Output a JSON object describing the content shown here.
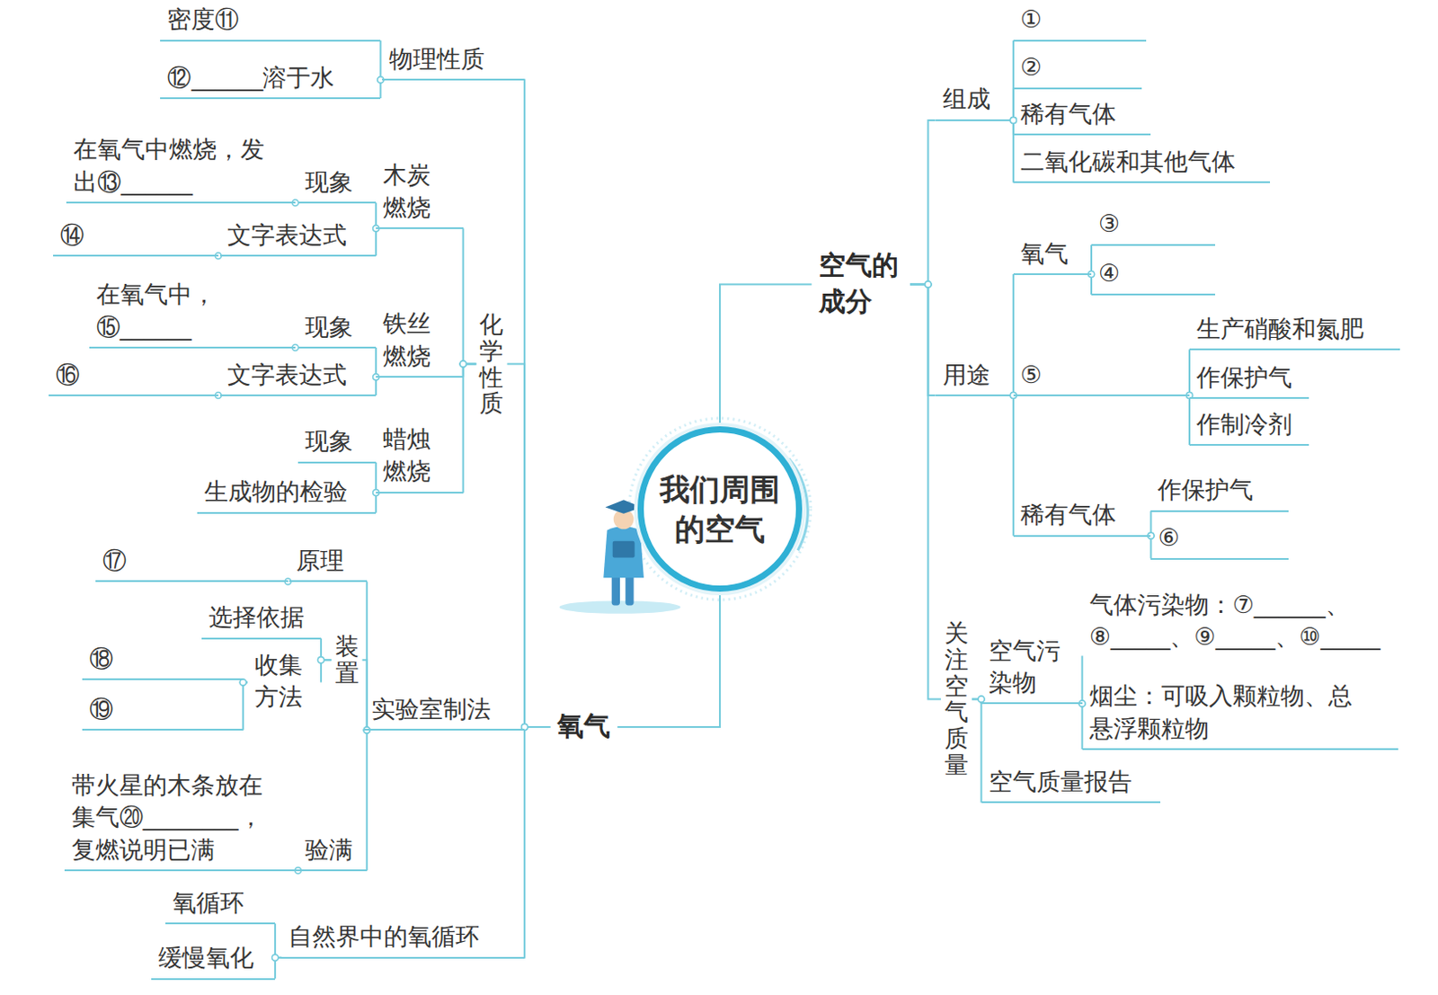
{
  "diagram": {
    "nodes": [
      {
        "text": [
          "我们周围的空气"
        ]
      },
      {
        "text": [
          "空气的成分"
        ]
      },
      {
        "text": [
          "组成"
        ]
      },
      {
        "text": [
          "①"
        ]
      },
      {
        "text": [
          "②"
        ]
      },
      {
        "text": [
          "稀有气体"
        ]
      },
      {
        "text": [
          "二氧化碳和其他气体"
        ]
      },
      {
        "text": [
          "用途"
        ]
      },
      {
        "text": [
          "氧气"
        ]
      },
      {
        "text": [
          "③"
        ]
      },
      {
        "text": [
          "④"
        ]
      },
      {
        "text": [
          "⑤"
        ]
      },
      {
        "text": [
          "生产硝酸和氮肥"
        ]
      },
      {
        "text": [
          "作保护气"
        ]
      },
      {
        "text": [
          "作制冷剂"
        ]
      },
      {
        "text": [
          "稀有气体"
        ]
      },
      {
        "text": [
          "作保护气"
        ]
      },
      {
        "text": [
          "⑥"
        ]
      },
      {
        "text": [
          "关注空气质量"
        ]
      },
      {
        "text": [
          "空气污染物"
        ]
      },
      {
        "text": [
          "气体污染物：⑦______、⑧_____、⑨_____、⑩_____"
        ]
      },
      {
        "text": [
          "烟尘：可吸入颗粒物、总悬浮颗粒物"
        ]
      },
      {
        "text": [
          "空气质量报告"
        ]
      },
      {
        "text": [
          "氧气"
        ]
      },
      {
        "text": [
          "物理性质"
        ]
      },
      {
        "text": [
          "密度⑪"
        ]
      },
      {
        "text": [
          "⑫______溶于水"
        ]
      },
      {
        "text": [
          "化学性质"
        ]
      },
      {
        "text": [
          "木炭燃烧"
        ]
      },
      {
        "text": [
          "现象"
        ]
      },
      {
        "text": [
          "在氧气中燃烧，发出⑬______"
        ]
      },
      {
        "text": [
          "文字表达式"
        ]
      },
      {
        "text": [
          "⑭"
        ]
      },
      {
        "text": [
          "铁丝燃烧"
        ]
      },
      {
        "text": [
          "现象"
        ]
      },
      {
        "text": [
          "在氧气中，⑮______"
        ]
      },
      {
        "text": [
          "文字表达式"
        ]
      },
      {
        "text": [
          "⑯"
        ]
      },
      {
        "text": [
          "蜡烛燃烧"
        ]
      },
      {
        "text": [
          "现象"
        ]
      },
      {
        "text": [
          "生成物的检验"
        ]
      },
      {
        "text": [
          "实验室制法"
        ]
      },
      {
        "text": [
          "原理"
        ]
      },
      {
        "text": [
          "⑰"
        ]
      },
      {
        "text": [
          "装置"
        ]
      },
      {
        "text": [
          "选择依据"
        ]
      },
      {
        "text": [
          "收集方法"
        ]
      },
      {
        "text": [
          "⑱"
        ]
      },
      {
        "text": [
          "⑲"
        ]
      },
      {
        "text": [
          "验满"
        ]
      },
      {
        "text": [
          "带火星的木条放在集气⑳________，复燃说明已满"
        ]
      },
      {
        "text": [
          "自然界中的氧循环"
        ]
      },
      {
        "text": [
          "氧循环"
        ]
      },
      {
        "text": [
          "缓慢氧化"
        ]
      }
    ],
    "edges": [
      {
        "from": 0,
        "to": 1,
        "arrow": "none"
      },
      {
        "from": 0,
        "to": 23,
        "arrow": "none"
      },
      {
        "from": 1,
        "to": 2,
        "arrow": "none"
      },
      {
        "from": 2,
        "to": 3,
        "arrow": "none"
      },
      {
        "from": 2,
        "to": 4,
        "arrow": "none"
      },
      {
        "from": 2,
        "to": 5,
        "arrow": "none"
      },
      {
        "from": 2,
        "to": 6,
        "arrow": "none"
      },
      {
        "from": 1,
        "to": 7,
        "arrow": "none"
      },
      {
        "from": 7,
        "to": 8,
        "arrow": "none"
      },
      {
        "from": 8,
        "to": 9,
        "arrow": "none"
      },
      {
        "from": 8,
        "to": 10,
        "arrow": "none"
      },
      {
        "from": 7,
        "to": 11,
        "arrow": "none"
      },
      {
        "from": 11,
        "to": 12,
        "arrow": "none"
      },
      {
        "from": 11,
        "to": 13,
        "arrow": "none"
      },
      {
        "from": 11,
        "to": 14,
        "arrow": "none"
      },
      {
        "from": 7,
        "to": 15,
        "arrow": "none"
      },
      {
        "from": 15,
        "to": 16,
        "arrow": "none"
      },
      {
        "from": 15,
        "to": 17,
        "arrow": "none"
      },
      {
        "from": 1,
        "to": 18,
        "arrow": "none"
      },
      {
        "from": 18,
        "to": 19,
        "arrow": "none"
      },
      {
        "from": 19,
        "to": 20,
        "arrow": "none"
      },
      {
        "from": 19,
        "to": 21,
        "arrow": "none"
      },
      {
        "from": 18,
        "to": 22,
        "arrow": "none"
      },
      {
        "from": 23,
        "to": 24,
        "arrow": "none"
      },
      {
        "from": 24,
        "to": 25,
        "arrow": "none"
      },
      {
        "from": 24,
        "to": 26,
        "arrow": "none"
      },
      {
        "from": 23,
        "to": 27,
        "arrow": "none"
      },
      {
        "from": 27,
        "to": 28,
        "arrow": "none"
      },
      {
        "from": 28,
        "to": 29,
        "arrow": "none"
      },
      {
        "from": 29,
        "to": 30,
        "arrow": "none"
      },
      {
        "from": 28,
        "to": 31,
        "arrow": "none"
      },
      {
        "from": 31,
        "to": 32,
        "arrow": "none"
      },
      {
        "from": 27,
        "to": 33,
        "arrow": "none"
      },
      {
        "from": 33,
        "to": 34,
        "arrow": "none"
      },
      {
        "from": 34,
        "to": 35,
        "arrow": "none"
      },
      {
        "from": 33,
        "to": 36,
        "arrow": "none"
      },
      {
        "from": 36,
        "to": 37,
        "arrow": "none"
      },
      {
        "from": 27,
        "to": 38,
        "arrow": "none"
      },
      {
        "from": 38,
        "to": 39,
        "arrow": "none"
      },
      {
        "from": 38,
        "to": 40,
        "arrow": "none"
      },
      {
        "from": 23,
        "to": 41,
        "arrow": "none"
      },
      {
        "from": 41,
        "to": 42,
        "arrow": "none"
      },
      {
        "from": 42,
        "to": 43,
        "arrow": "none"
      },
      {
        "from": 41,
        "to": 44,
        "arrow": "none"
      },
      {
        "from": 44,
        "to": 45,
        "arrow": "none"
      },
      {
        "from": 44,
        "to": 46,
        "arrow": "none"
      },
      {
        "from": 46,
        "to": 47,
        "arrow": "none"
      },
      {
        "from": 46,
        "to": 48,
        "arrow": "none"
      },
      {
        "from": 41,
        "to": 49,
        "arrow": "none"
      },
      {
        "from": 49,
        "to": 50,
        "arrow": "none"
      },
      {
        "from": 23,
        "to": 51,
        "arrow": "none"
      },
      {
        "from": 51,
        "to": 52,
        "arrow": "none"
      },
      {
        "from": 51,
        "to": 53,
        "arrow": "none"
      }
    ]
  }
}
